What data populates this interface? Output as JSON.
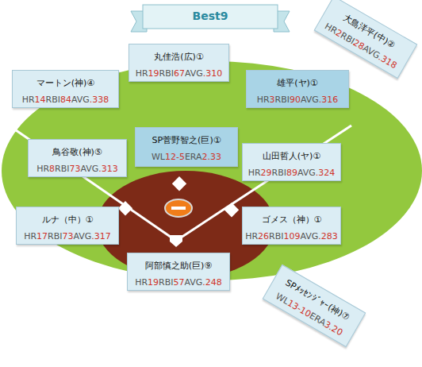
{
  "diagram": {
    "title": "Best9",
    "nodes": [
      {
        "text": [
          "丸佳浩(広)①",
          "HR19RBI67AVG.310"
        ]
      },
      {
        "text": [
          "大島洋平(中)②",
          "HR2RBI28AVG.318"
        ]
      },
      {
        "text": [
          "マートン(神)④",
          "HR14RBI84AVG.338"
        ]
      },
      {
        "text": [
          "雄平(ヤ)①",
          "HR3RBI90AVG.316"
        ]
      },
      {
        "text": [
          "鳥谷敬(神)⑤",
          "HR8RBI73AVG.313"
        ]
      },
      {
        "text": [
          "SP菅野智之(巨)①",
          "WL12-5ERA2.33"
        ]
      },
      {
        "text": [
          "山田哲人(ヤ)①",
          "HR29RBI89AVG.324"
        ]
      },
      {
        "text": [
          "ルナ（中）①",
          "HR17RBI73AVG.317"
        ]
      },
      {
        "text": [
          "ゴメス（神）①",
          "HR26RBI109AVG.283"
        ]
      },
      {
        "text": [
          "阿部慎之助(巨)⑨",
          "HR19RBI57AVG.248"
        ]
      },
      {
        "text": [
          "SPﾒｯｾﾝｼﾞｬｰ(神)⑦",
          "WL13-10ERA3.20"
        ]
      }
    ]
  }
}
